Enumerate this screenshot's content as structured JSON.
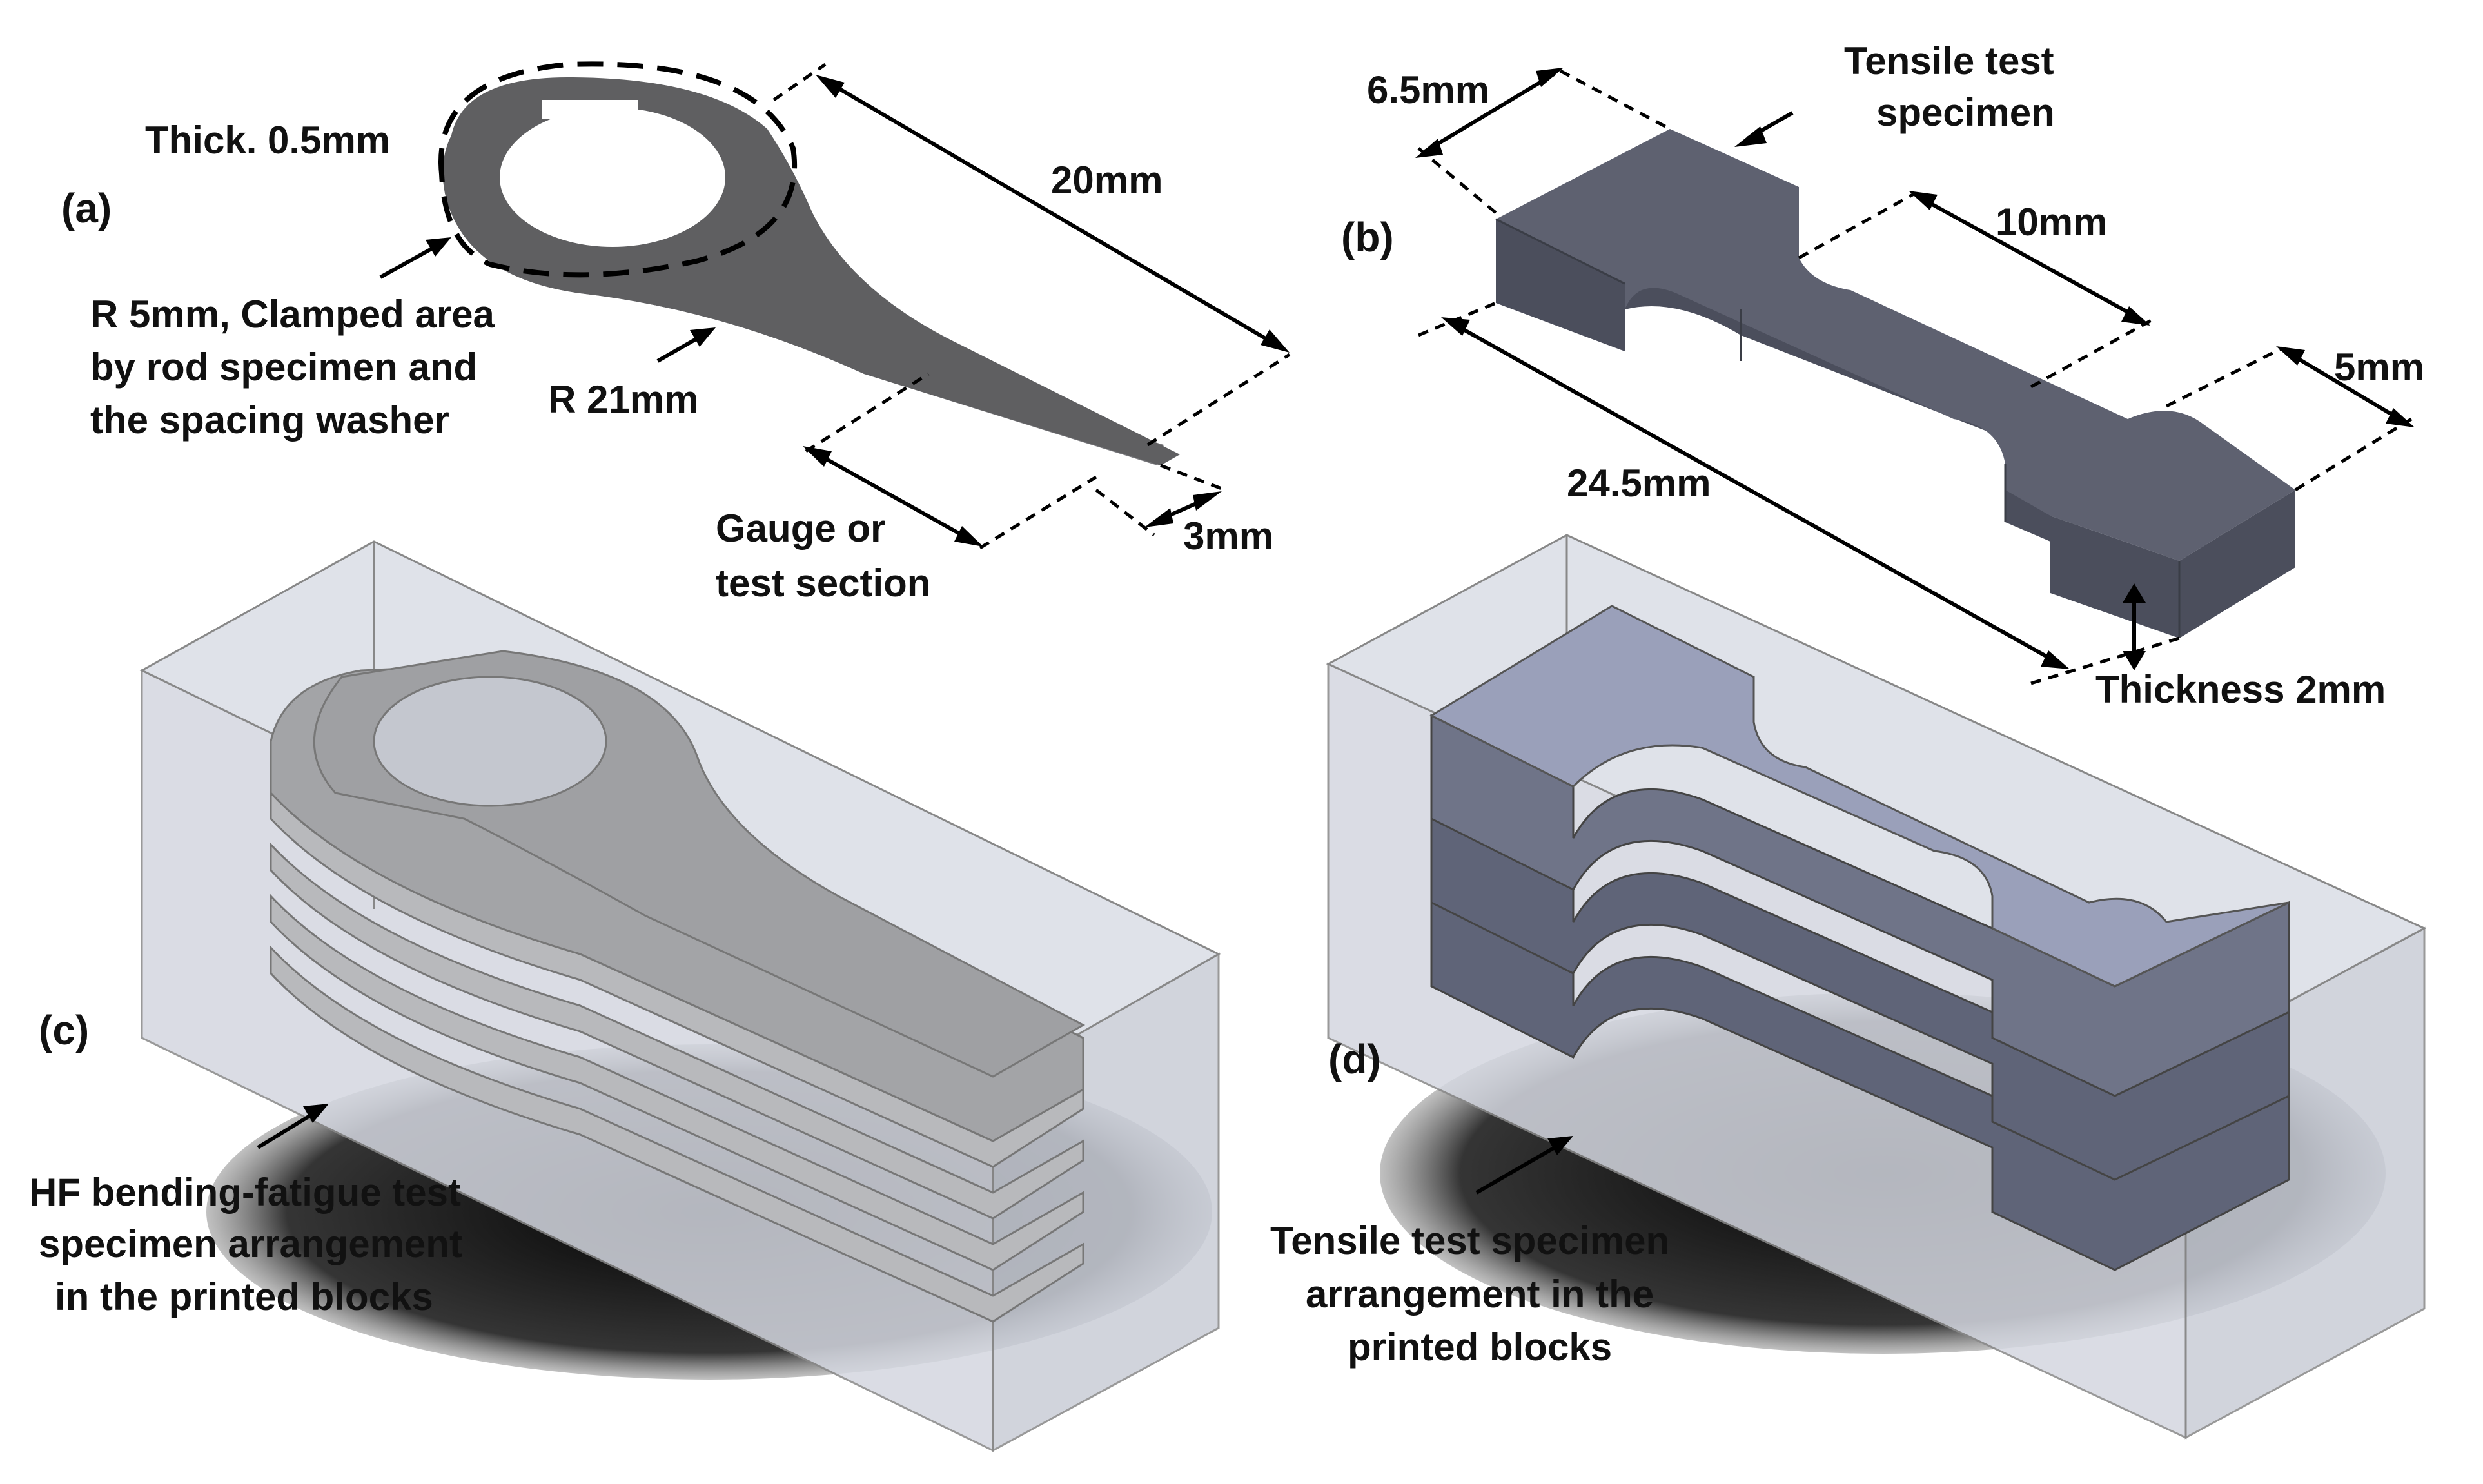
{
  "colors": {
    "specimen_a": "#5f5f61",
    "specimen_a_side": "#7a7a7e",
    "tensile_top": "#5e6170",
    "tensile_side": "#4b4e5c",
    "block_glass": "#dde1ea",
    "stack_c_top": "#9fa0a3",
    "stack_c_side": "#b8b9bc",
    "stack_d_top": "#9aa0ba",
    "stack_d_side": "#5f6478"
  },
  "icons": [
    "arrow-icon",
    "dimension-arrow-icon"
  ],
  "panel_a": {
    "label": "(a)",
    "thick": "Thick. 0.5mm",
    "clamped": [
      "R 5mm, Clamped area",
      "by rod specimen and",
      "the spacing washer"
    ],
    "radius": "R 21mm",
    "length": "20mm",
    "width": "3mm",
    "gauge": [
      "Gauge or",
      "test section"
    ]
  },
  "panel_b": {
    "label": "(b)",
    "title": [
      "Tensile test",
      "specimen"
    ],
    "grip_width": "6.5mm",
    "gauge_length": "10mm",
    "gauge_width": "5mm",
    "total_length": "24.5mm",
    "thickness": "Thickness 2mm"
  },
  "panel_c": {
    "label": "(c)",
    "caption": [
      "HF bending-fatigue test",
      "specimen arrangement",
      "in the printed blocks"
    ]
  },
  "panel_d": {
    "label": "(d)",
    "caption": [
      "Tensile test specimen",
      "arrangement in the",
      "printed blocks"
    ]
  }
}
